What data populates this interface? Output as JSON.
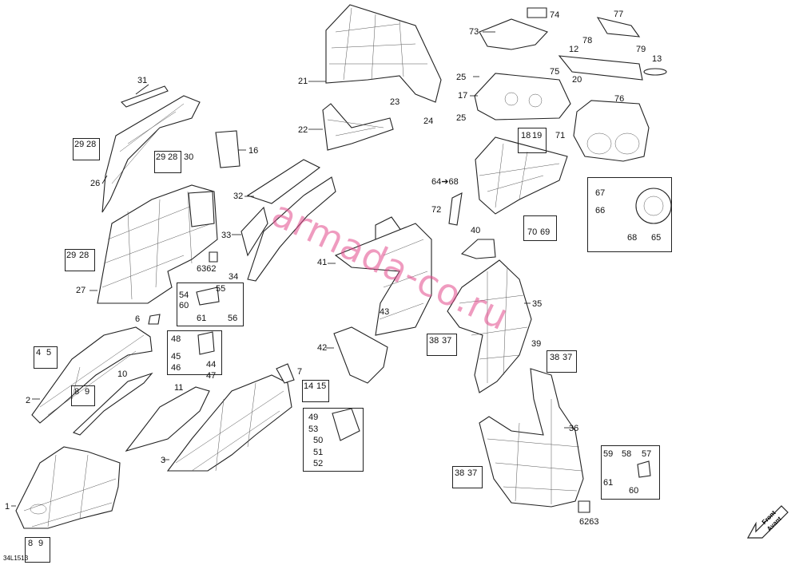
{
  "diagram": {
    "reference": "34L1513",
    "watermark": "armada-co.ru",
    "front_badge": {
      "line1": "Front",
      "line2": "Avant"
    },
    "parts": [
      {
        "id": "p31",
        "text": "31"
      },
      {
        "id": "p26",
        "text": "26"
      },
      {
        "id": "p29a",
        "text": "29"
      },
      {
        "id": "p28a",
        "text": "28"
      },
      {
        "id": "p29b",
        "text": "29"
      },
      {
        "id": "p28b",
        "text": "28"
      },
      {
        "id": "p30",
        "text": "30"
      },
      {
        "id": "p16",
        "text": "16"
      },
      {
        "id": "p21",
        "text": "21"
      },
      {
        "id": "p23",
        "text": "23"
      },
      {
        "id": "p22",
        "text": "22"
      },
      {
        "id": "p24",
        "text": "24"
      },
      {
        "id": "p73",
        "text": "73"
      },
      {
        "id": "p74",
        "text": "74"
      },
      {
        "id": "p77",
        "text": "77"
      },
      {
        "id": "p78",
        "text": "78"
      },
      {
        "id": "p79",
        "text": "79"
      },
      {
        "id": "p12",
        "text": "12"
      },
      {
        "id": "p13",
        "text": "13"
      },
      {
        "id": "p75",
        "text": "75"
      },
      {
        "id": "p25a",
        "text": "25"
      },
      {
        "id": "p20",
        "text": "20"
      },
      {
        "id": "p17",
        "text": "17"
      },
      {
        "id": "p25b",
        "text": "25"
      },
      {
        "id": "p76",
        "text": "76"
      },
      {
        "id": "p18",
        "text": "18"
      },
      {
        "id": "p19",
        "text": "19"
      },
      {
        "id": "p71",
        "text": "71"
      },
      {
        "id": "p64",
        "text": "64➔68"
      },
      {
        "id": "p72",
        "text": "72"
      },
      {
        "id": "p70",
        "text": "70"
      },
      {
        "id": "p69",
        "text": "69"
      },
      {
        "id": "p67",
        "text": "67"
      },
      {
        "id": "p66",
        "text": "66"
      },
      {
        "id": "p68",
        "text": "68"
      },
      {
        "id": "p65",
        "text": "65"
      },
      {
        "id": "p40",
        "text": "40"
      },
      {
        "id": "p32",
        "text": "32"
      },
      {
        "id": "p33",
        "text": "33"
      },
      {
        "id": "p34",
        "text": "34"
      },
      {
        "id": "p41",
        "text": "41"
      },
      {
        "id": "p43",
        "text": "43"
      },
      {
        "id": "p42",
        "text": "42"
      },
      {
        "id": "p35",
        "text": "35"
      },
      {
        "id": "p29c",
        "text": "29"
      },
      {
        "id": "p28c",
        "text": "28"
      },
      {
        "id": "p27",
        "text": "27"
      },
      {
        "id": "p6362",
        "text": "6362"
      },
      {
        "id": "p54",
        "text": "54"
      },
      {
        "id": "p55",
        "text": "55"
      },
      {
        "id": "p60a",
        "text": "60"
      },
      {
        "id": "p61a",
        "text": "61"
      },
      {
        "id": "p56",
        "text": "56"
      },
      {
        "id": "p6",
        "text": "6"
      },
      {
        "id": "p48",
        "text": "48"
      },
      {
        "id": "p45",
        "text": "45"
      },
      {
        "id": "p44",
        "text": "44"
      },
      {
        "id": "p46",
        "text": "46"
      },
      {
        "id": "p47",
        "text": "47"
      },
      {
        "id": "p4",
        "text": "4"
      },
      {
        "id": "p5",
        "text": "5"
      },
      {
        "id": "p2",
        "text": "2"
      },
      {
        "id": "p8a",
        "text": "8"
      },
      {
        "id": "p9a",
        "text": "9"
      },
      {
        "id": "p10",
        "text": "10"
      },
      {
        "id": "p11",
        "text": "11"
      },
      {
        "id": "p7",
        "text": "7"
      },
      {
        "id": "p14",
        "text": "14"
      },
      {
        "id": "p15",
        "text": "15"
      },
      {
        "id": "p3",
        "text": "3"
      },
      {
        "id": "p49",
        "text": "49"
      },
      {
        "id": "p53",
        "text": "53"
      },
      {
        "id": "p50",
        "text": "50"
      },
      {
        "id": "p51",
        "text": "51"
      },
      {
        "id": "p52",
        "text": "52"
      },
      {
        "id": "p1",
        "text": "1"
      },
      {
        "id": "p8b",
        "text": "8"
      },
      {
        "id": "p9b",
        "text": "9"
      },
      {
        "id": "p38a",
        "text": "38"
      },
      {
        "id": "p37a",
        "text": "37"
      },
      {
        "id": "p39",
        "text": "39"
      },
      {
        "id": "p38b",
        "text": "38"
      },
      {
        "id": "p37b",
        "text": "37"
      },
      {
        "id": "p36",
        "text": "36"
      },
      {
        "id": "p38c",
        "text": "38"
      },
      {
        "id": "p37c",
        "text": "37"
      },
      {
        "id": "p59",
        "text": "59"
      },
      {
        "id": "p58",
        "text": "58"
      },
      {
        "id": "p57",
        "text": "57"
      },
      {
        "id": "p61b",
        "text": "61"
      },
      {
        "id": "p60b",
        "text": "60"
      },
      {
        "id": "p6263",
        "text": "6263"
      }
    ]
  }
}
